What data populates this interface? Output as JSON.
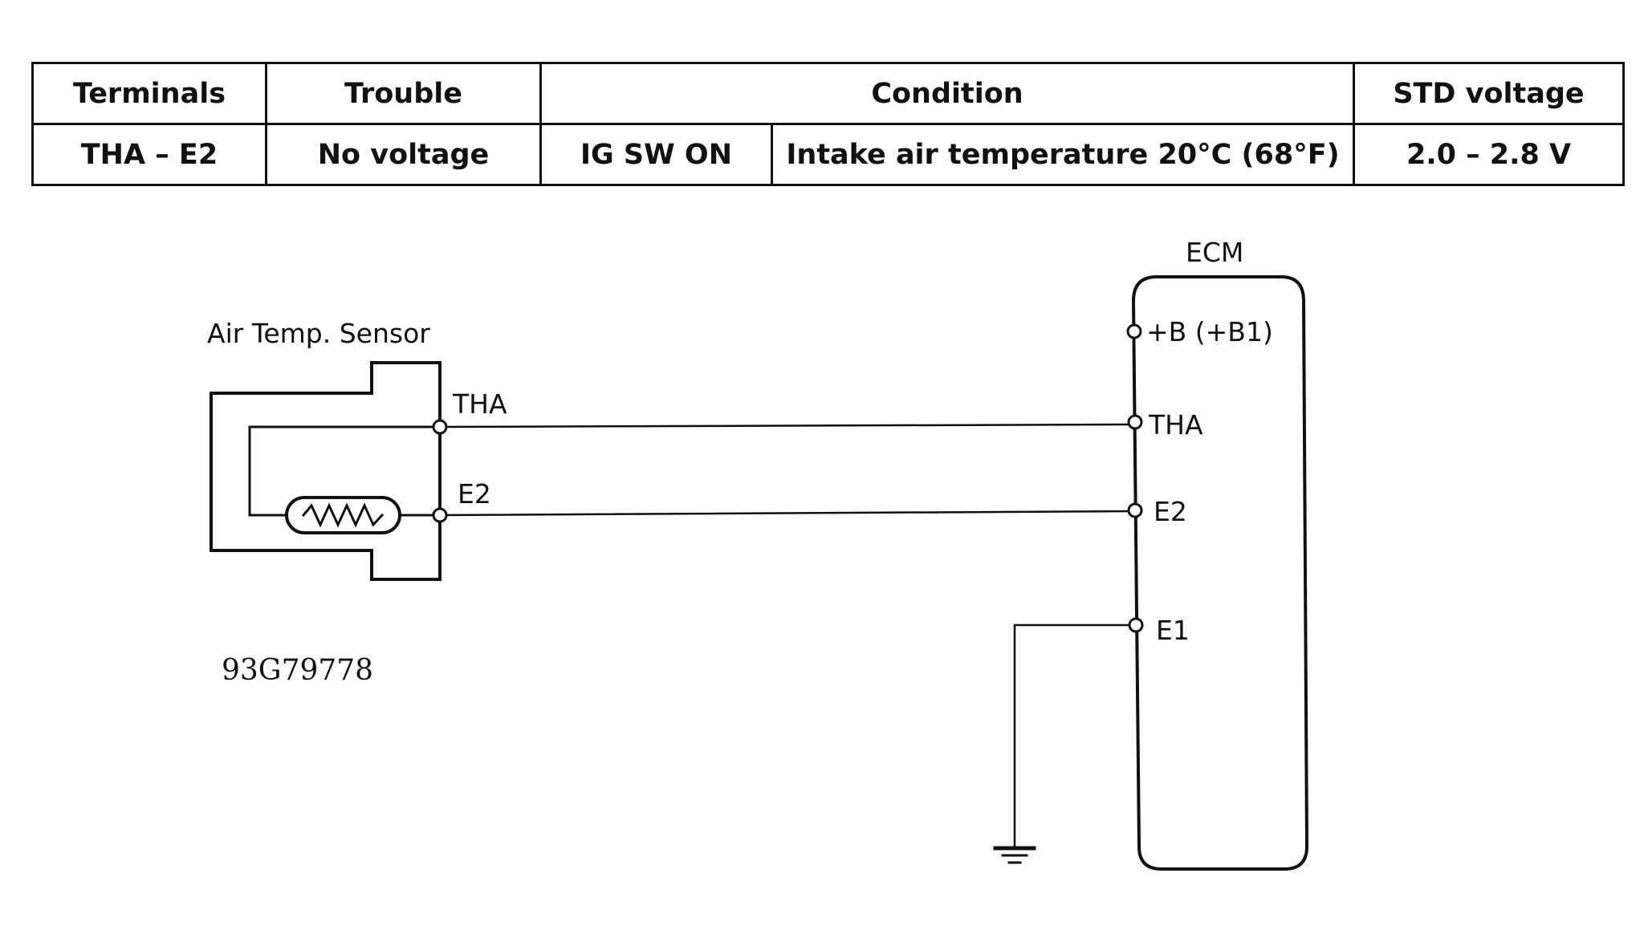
{
  "spec_table": {
    "headers": {
      "terminals": "Terminals",
      "trouble": "Trouble",
      "condition": "Condition",
      "std_voltage": "STD voltage"
    },
    "row": {
      "terminals": "THA – E2",
      "trouble": "No voltage",
      "condition_switch": "IG SW ON",
      "condition_detail": "Intake air temperature 20°C (68°F)",
      "std_voltage": "2.0 – 2.8 V"
    }
  },
  "diagram": {
    "sensor_title": "Air Temp. Sensor",
    "sensor_terminals": {
      "tha": "THA",
      "e2": "E2"
    },
    "ecm_title": "ECM",
    "ecm_terminals": {
      "b": "+B (+B1)",
      "tha": "THA",
      "e2": "E2",
      "e1": "E1"
    },
    "figure_id": "93G79778"
  },
  "colors": {
    "ink": "#111111",
    "background": "#ffffff"
  }
}
